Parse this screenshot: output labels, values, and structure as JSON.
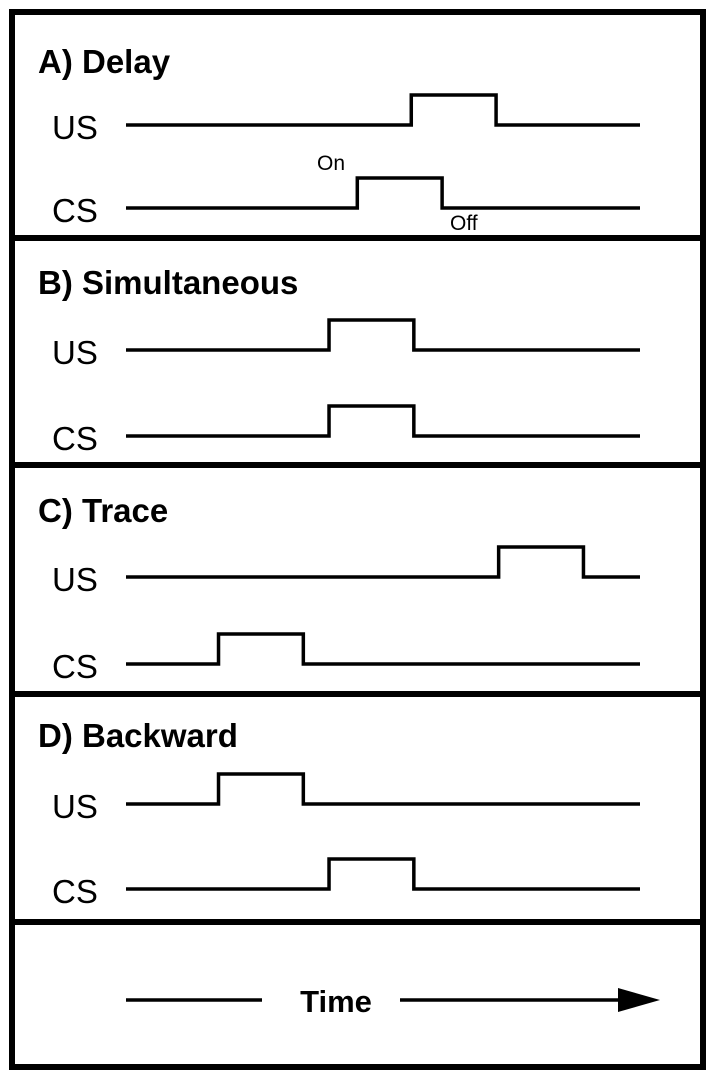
{
  "panels": [
    {
      "title": "A) Delay",
      "us": {
        "label": "US",
        "pulse": [
          0.555,
          0.72
        ]
      },
      "cs": {
        "label": "CS",
        "pulse": [
          0.45,
          0.615
        ]
      },
      "annotations": {
        "on": "On",
        "off": "Off"
      }
    },
    {
      "title": "B) Simultaneous",
      "us": {
        "label": "US",
        "pulse": [
          0.395,
          0.56
        ]
      },
      "cs": {
        "label": "CS",
        "pulse": [
          0.395,
          0.56
        ]
      }
    },
    {
      "title": "C) Trace",
      "us": {
        "label": "US",
        "pulse": [
          0.725,
          0.89
        ]
      },
      "cs": {
        "label": "CS",
        "pulse": [
          0.18,
          0.345
        ]
      }
    },
    {
      "title": "D) Backward",
      "us": {
        "label": "US",
        "pulse": [
          0.18,
          0.345
        ]
      },
      "cs": {
        "label": "CS",
        "pulse": [
          0.395,
          0.56
        ]
      }
    }
  ],
  "time_axis": {
    "label": "Time"
  }
}
